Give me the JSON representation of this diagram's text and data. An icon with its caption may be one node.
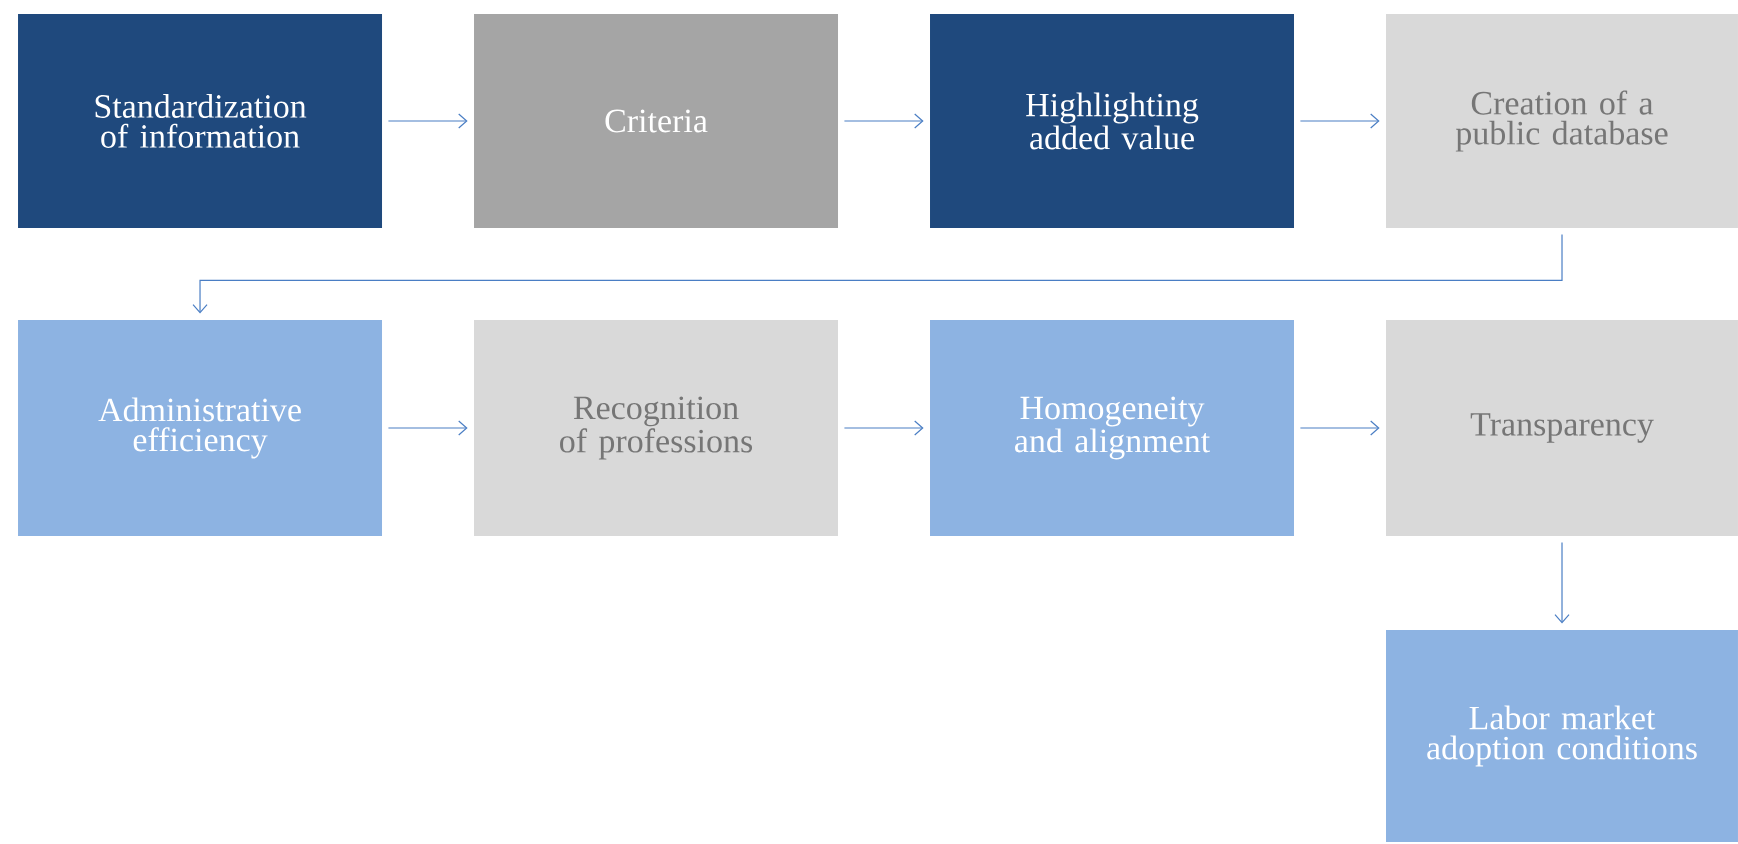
{
  "diagram": {
    "nodes": [
      {
        "text": [
          "Standardization of information"
        ]
      },
      {
        "text": [
          "Criteria"
        ]
      },
      {
        "text": [
          "Highlighting added value"
        ]
      },
      {
        "text": [
          "Creation of a public database"
        ]
      },
      {
        "text": [
          "Administrative efficiency"
        ]
      },
      {
        "text": [
          "Recognition of professions"
        ]
      },
      {
        "text": [
          "Homogeneity and alignment"
        ]
      },
      {
        "text": [
          "Transparency"
        ]
      },
      {
        "text": [
          "Labor market adoption conditions"
        ]
      }
    ],
    "edges": [
      {
        "from": 0,
        "to": 1,
        "arrow": "to"
      },
      {
        "from": 1,
        "to": 2,
        "arrow": "to"
      },
      {
        "from": 2,
        "to": 3,
        "arrow": "to"
      },
      {
        "from": 3,
        "to": 4,
        "arrow": "to"
      },
      {
        "from": 4,
        "to": 5,
        "arrow": "to"
      },
      {
        "from": 5,
        "to": 6,
        "arrow": "to"
      },
      {
        "from": 6,
        "to": 7,
        "arrow": "to"
      },
      {
        "from": 7,
        "to": 8,
        "arrow": "to"
      }
    ]
  }
}
